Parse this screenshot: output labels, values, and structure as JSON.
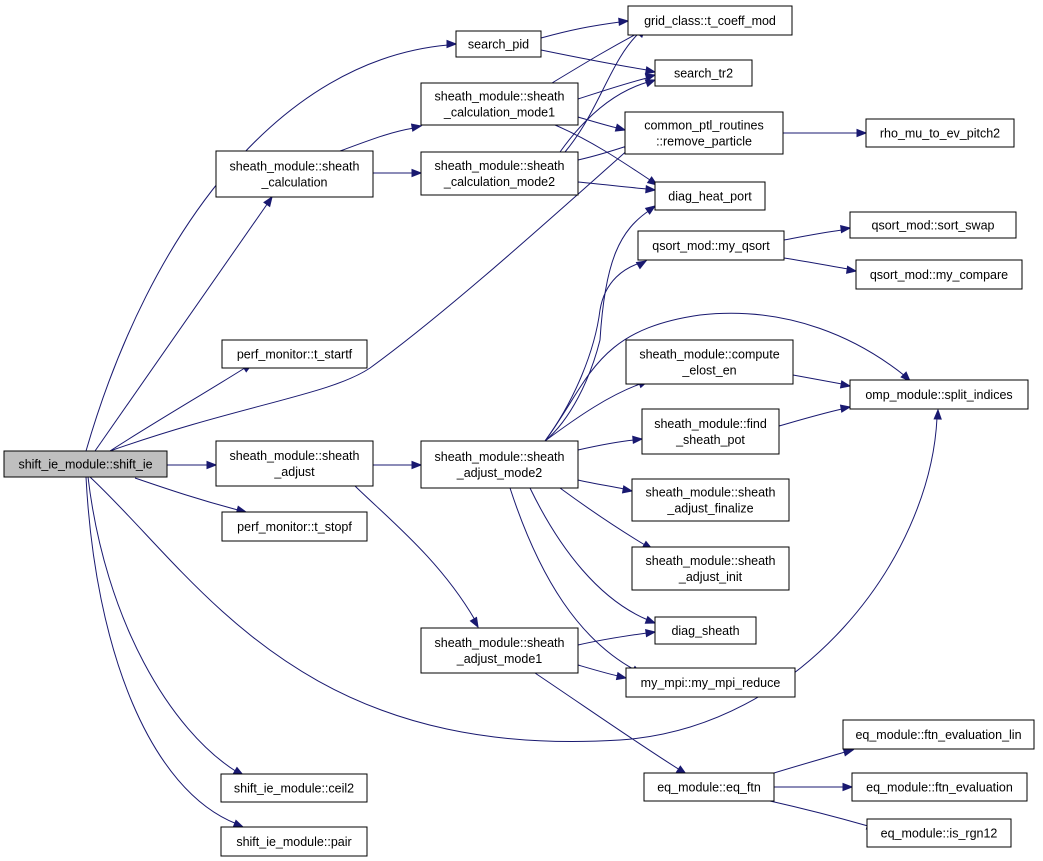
{
  "graph": {
    "title": "",
    "node_fill": "#ffffff",
    "root_fill": "#bfbfbf",
    "edge_color": "#191970",
    "nodes": [
      {
        "id": "root",
        "lines": [
          "shift_ie_module::shift_ie"
        ],
        "root": true
      },
      {
        "id": "search_pid",
        "lines": [
          "search_pid"
        ]
      },
      {
        "id": "grid",
        "lines": [
          "grid_class::t_coeff_mod"
        ]
      },
      {
        "id": "tr2",
        "lines": [
          "search_tr2"
        ]
      },
      {
        "id": "cm1",
        "lines": [
          "sheath_module::sheath",
          "_calculation_mode1"
        ]
      },
      {
        "id": "cpr",
        "lines": [
          "common_ptl_routines",
          "::remove_particle"
        ]
      },
      {
        "id": "rho",
        "lines": [
          "rho_mu_to_ev_pitch2"
        ]
      },
      {
        "id": "calc",
        "lines": [
          "sheath_module::sheath",
          "_calculation"
        ]
      },
      {
        "id": "cm2",
        "lines": [
          "sheath_module::sheath",
          "_calculation_mode2"
        ]
      },
      {
        "id": "dhp",
        "lines": [
          "diag_heat_port"
        ]
      },
      {
        "id": "swap",
        "lines": [
          "qsort_mod::sort_swap"
        ]
      },
      {
        "id": "qsort",
        "lines": [
          "qsort_mod::my_qsort"
        ]
      },
      {
        "id": "compare",
        "lines": [
          "qsort_mod::my_compare"
        ]
      },
      {
        "id": "startf",
        "lines": [
          "perf_monitor::t_startf"
        ]
      },
      {
        "id": "celost",
        "lines": [
          "sheath_module::compute",
          "_elost_en"
        ]
      },
      {
        "id": "split",
        "lines": [
          "omp_module::split_indices"
        ]
      },
      {
        "id": "findpot",
        "lines": [
          "sheath_module::find",
          "_sheath_pot"
        ]
      },
      {
        "id": "adjust",
        "lines": [
          "sheath_module::sheath",
          "_adjust"
        ]
      },
      {
        "id": "am2",
        "lines": [
          "sheath_module::sheath",
          "_adjust_mode2"
        ]
      },
      {
        "id": "afin",
        "lines": [
          "sheath_module::sheath",
          "_adjust_finalize"
        ]
      },
      {
        "id": "stopf",
        "lines": [
          "perf_monitor::t_stopf"
        ]
      },
      {
        "id": "ainit",
        "lines": [
          "sheath_module::sheath",
          "_adjust_init"
        ]
      },
      {
        "id": "dsheath",
        "lines": [
          "diag_sheath"
        ]
      },
      {
        "id": "am1",
        "lines": [
          "sheath_module::sheath",
          "_adjust_mode1"
        ]
      },
      {
        "id": "mpired",
        "lines": [
          "my_mpi::my_mpi_reduce"
        ]
      },
      {
        "id": "ftnlin",
        "lines": [
          "eq_module::ftn_evaluation_lin"
        ]
      },
      {
        "id": "eqftn",
        "lines": [
          "eq_module::eq_ftn"
        ]
      },
      {
        "id": "ftneval",
        "lines": [
          "eq_module::ftn_evaluation"
        ]
      },
      {
        "id": "ceil2",
        "lines": [
          "shift_ie_module::ceil2"
        ]
      },
      {
        "id": "rgn12",
        "lines": [
          "eq_module::is_rgn12"
        ]
      },
      {
        "id": "pair",
        "lines": [
          "shift_ie_module::pair"
        ]
      }
    ]
  }
}
